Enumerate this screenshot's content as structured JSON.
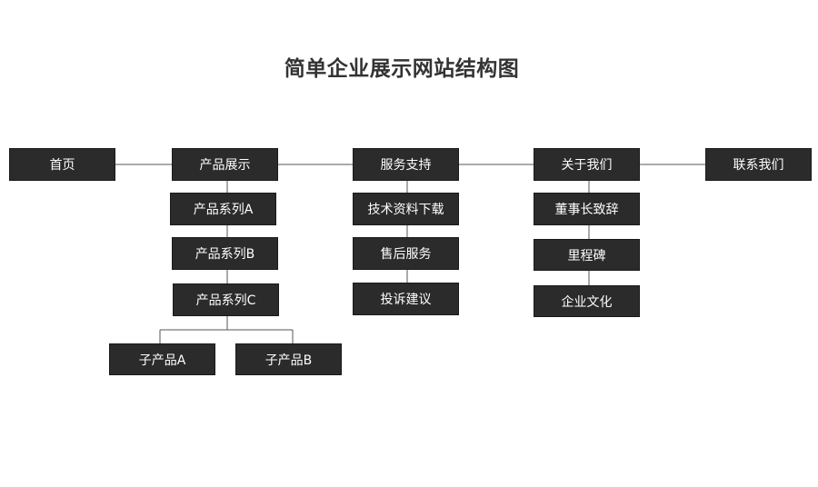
{
  "title": "简单企业展示网站结构图",
  "colors": {
    "node_fill": "#2b2b2b",
    "node_text": "#ffffff",
    "line": "#555555",
    "title_text": "#333333"
  },
  "nodes": {
    "home": "首页",
    "products": "产品展示",
    "series_a": "产品系列A",
    "series_b": "产品系列B",
    "series_c": "产品系列C",
    "sub_a": "子产品A",
    "sub_b": "子产品B",
    "service": "服务支持",
    "downloads": "技术资料下载",
    "after_sales": "售后服务",
    "complaints": "投诉建议",
    "about": "关于我们",
    "chairman": "董事长致辞",
    "milestones": "里程碑",
    "culture": "企业文化",
    "contact": "联系我们"
  }
}
